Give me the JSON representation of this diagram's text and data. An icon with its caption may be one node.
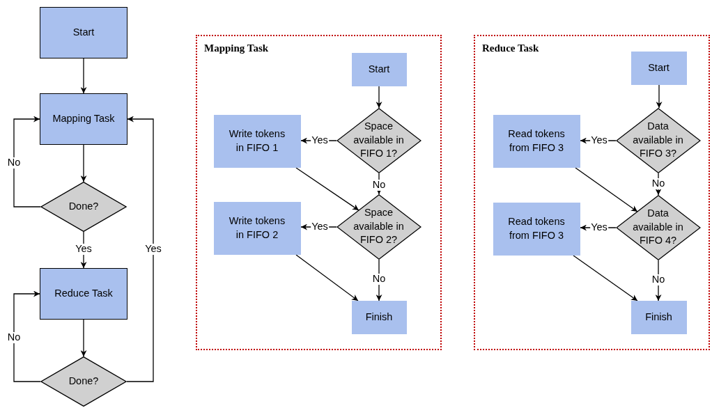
{
  "diagram": {
    "nodes": [
      {
        "text": [
          "Start"
        ]
      },
      {
        "text": [
          "Mapping Task"
        ]
      },
      {
        "text": [
          "Done?"
        ]
      },
      {
        "text": [
          "Reduce Task"
        ]
      },
      {
        "text": [
          "Done?"
        ]
      },
      {
        "text": [
          "Mapping Task"
        ]
      },
      {
        "text": [
          "Start"
        ],
        "in": 5
      },
      {
        "text": [
          "Space available in FIFO 1?"
        ],
        "in": 5
      },
      {
        "text": [
          "Write tokens in FIFO 1"
        ],
        "in": 5
      },
      {
        "text": [
          "Space available in FIFO 2?"
        ],
        "in": 5
      },
      {
        "text": [
          "Write tokens in FIFO 2"
        ],
        "in": 5
      },
      {
        "text": [
          "Finish"
        ],
        "in": 5
      },
      {
        "text": [
          "Reduce Task"
        ]
      },
      {
        "text": [
          "Start"
        ],
        "in": 12
      },
      {
        "text": [
          "Data available in FIFO 3?"
        ],
        "in": 12
      },
      {
        "text": [
          "Read tokens from FIFO 3"
        ],
        "in": 12
      },
      {
        "text": [
          "Data available in FIFO 4?"
        ],
        "in": 12
      },
      {
        "text": [
          "Read tokens from FIFO 3"
        ],
        "in": 12
      },
      {
        "text": [
          "Finish"
        ],
        "in": 12
      }
    ],
    "edges": [
      {
        "from": 0,
        "to": 1,
        "arrow": "to"
      },
      {
        "from": 1,
        "to": 2,
        "arrow": "to"
      },
      {
        "from": 2,
        "to": 1,
        "arrow": "to",
        "label": "No"
      },
      {
        "from": 2,
        "to": 3,
        "arrow": "to",
        "label": "Yes"
      },
      {
        "from": 3,
        "to": 4,
        "arrow": "to"
      },
      {
        "from": 4,
        "to": 3,
        "arrow": "to",
        "label": "No"
      },
      {
        "from": 4,
        "to": 1,
        "arrow": "to",
        "label": "Yes"
      },
      {
        "from": 6,
        "to": 7,
        "arrow": "to"
      },
      {
        "from": 7,
        "to": 8,
        "arrow": "to",
        "label": "Yes"
      },
      {
        "from": 7,
        "to": 9,
        "arrow": "to",
        "label": "No"
      },
      {
        "from": 8,
        "to": 9,
        "arrow": "to"
      },
      {
        "from": 9,
        "to": 10,
        "arrow": "to",
        "label": "Yes"
      },
      {
        "from": 9,
        "to": 11,
        "arrow": "to",
        "label": "No"
      },
      {
        "from": 10,
        "to": 11,
        "arrow": "to"
      },
      {
        "from": 13,
        "to": 14,
        "arrow": "to"
      },
      {
        "from": 14,
        "to": 15,
        "arrow": "to",
        "label": "Yes"
      },
      {
        "from": 14,
        "to": 16,
        "arrow": "to",
        "label": "No"
      },
      {
        "from": 15,
        "to": 16,
        "arrow": "to"
      },
      {
        "from": 16,
        "to": 17,
        "arrow": "to",
        "label": "Yes"
      },
      {
        "from": 16,
        "to": 18,
        "arrow": "to",
        "label": "No"
      },
      {
        "from": 17,
        "to": 18,
        "arrow": "to"
      }
    ]
  }
}
